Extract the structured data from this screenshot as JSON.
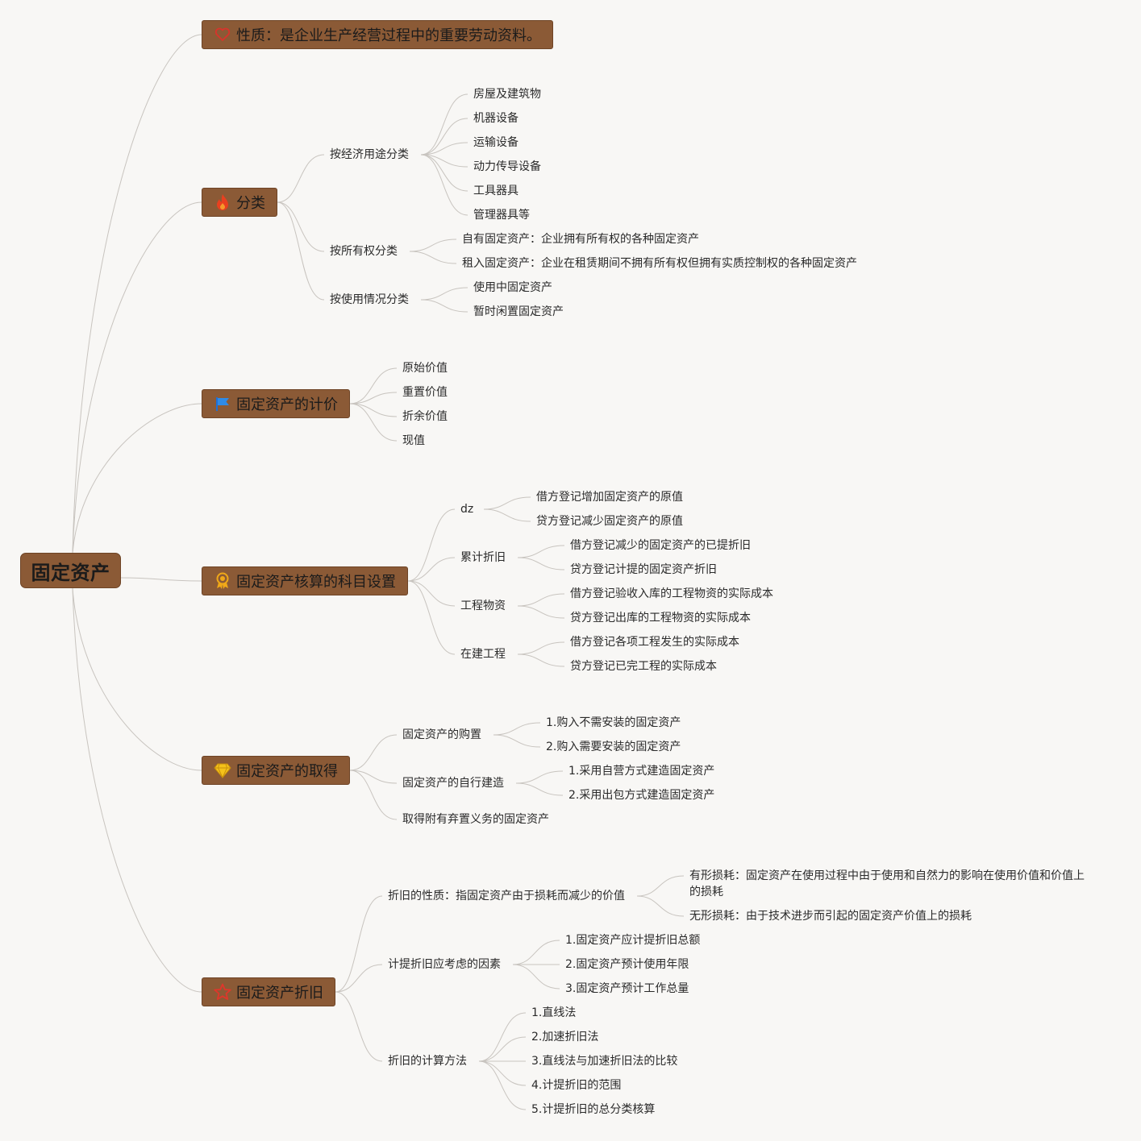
{
  "root": {
    "label": "固定资产"
  },
  "branches": {
    "nature": {
      "label": "性质：是企业生产经营过程中的重要劳动资料。",
      "icon": "heart-icon"
    },
    "classification": {
      "label": "分类",
      "icon": "fire-icon",
      "by_use": {
        "label": "按经济用途分类",
        "items": [
          "房屋及建筑物",
          "机器设备",
          "运输设备",
          "动力传导设备",
          "工具器具",
          "管理器具等"
        ]
      },
      "by_ownership": {
        "label": "按所有权分类",
        "items": [
          "自有固定资产：企业拥有所有权的各种固定资产",
          "租入固定资产：企业在租赁期间不拥有所有权但拥有实质控制权的各种固定资产"
        ]
      },
      "by_usage": {
        "label": "按使用情况分类",
        "items": [
          "使用中固定资产",
          "暂时闲置固定资产"
        ]
      }
    },
    "valuation": {
      "label": "固定资产的计价",
      "icon": "flag-icon",
      "items": [
        "原始价值",
        "重置价值",
        "折余价值",
        "现值"
      ]
    },
    "accounts": {
      "label": "固定资产核算的科目设置",
      "icon": "badge-icon",
      "dz": {
        "label": "dz",
        "items": [
          "借方登记增加固定资产的原值",
          "贷方登记减少固定资产的原值"
        ]
      },
      "accum": {
        "label": "累计折旧",
        "items": [
          "借方登记减少的固定资产的已提折旧",
          "贷方登记计提的固定资产折旧"
        ]
      },
      "materials": {
        "label": "工程物资",
        "items": [
          "借方登记验收入库的工程物资的实际成本",
          "贷方登记出库的工程物资的实际成本"
        ]
      },
      "construction": {
        "label": "在建工程",
        "items": [
          "借方登记各项工程发生的实际成本",
          "贷方登记已完工程的实际成本"
        ]
      }
    },
    "acquisition": {
      "label": "固定资产的取得",
      "icon": "diamond-icon",
      "purchase": {
        "label": "固定资产的购置",
        "items": [
          "1.购入不需安装的固定资产",
          "2.购入需要安装的固定资产"
        ]
      },
      "self_build": {
        "label": "固定资产的自行建造",
        "items": [
          "1.采用自营方式建造固定资产",
          "2.采用出包方式建造固定资产"
        ]
      },
      "disposal": {
        "label": "取得附有弃置义务的固定资产"
      }
    },
    "depreciation": {
      "label": "固定资产折旧",
      "icon": "star-icon",
      "nature": {
        "label": "折旧的性质：指固定资产由于损耗而减少的价值",
        "items": [
          "有形损耗：固定资产在使用过程中由于使用和自然力的影响在使用价值和价值上的损耗",
          "无形损耗：由于技术进步而引起的固定资产价值上的损耗"
        ]
      },
      "factors": {
        "label": "计提折旧应考虑的因素",
        "items": [
          "1.固定资产应计提折旧总额",
          "2.固定资产预计使用年限",
          "3.固定资产预计工作总量"
        ]
      },
      "methods": {
        "label": "折旧的计算方法",
        "items": [
          "1.直线法",
          "2.加速折旧法",
          "3.直线法与加速折旧法的比较",
          "4.计提折旧的范围",
          "5.计提折旧的总分类核算"
        ]
      }
    }
  },
  "colors": {
    "node_fill": "#8b5a36",
    "link": "#c8c4bf",
    "background": "#f8f7f5"
  }
}
